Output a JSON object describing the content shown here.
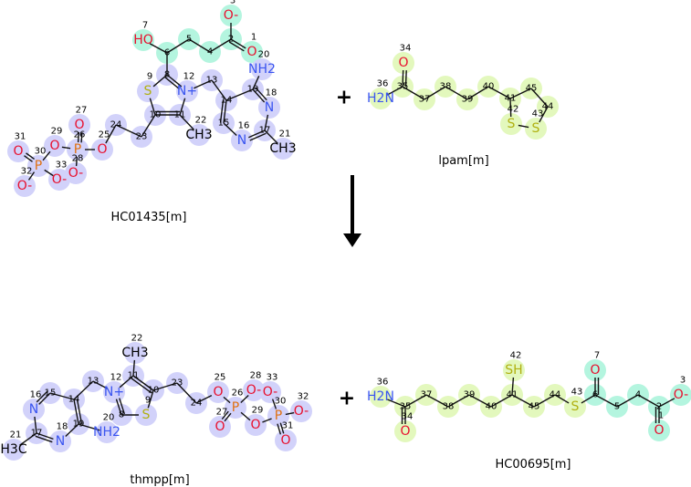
{
  "reaction": {
    "plus_sign": "+",
    "arrow": "down-arrow"
  },
  "colors": {
    "O": "#e8102e",
    "N": "#3a55f0",
    "S": "#b0b010",
    "P": "#e07010",
    "C": "#000000",
    "highlight_blue": "#d2d2fa",
    "highlight_teal": "#b4f5df",
    "highlight_lime": "#e3f8bd"
  },
  "molecules": [
    {
      "name": "HC01435[m]",
      "atoms": [
        {
          "id": "1",
          "el": "O",
          "label": "O",
          "hl": "teal"
        },
        {
          "id": "2",
          "el": "C",
          "label": "",
          "hl": "teal"
        },
        {
          "id": "3",
          "el": "O",
          "label": "O-",
          "hl": "teal"
        },
        {
          "id": "4",
          "el": "C",
          "label": "",
          "hl": "teal"
        },
        {
          "id": "5",
          "el": "C",
          "label": "",
          "hl": "teal"
        },
        {
          "id": "6",
          "el": "C",
          "label": "",
          "hl": "teal"
        },
        {
          "id": "7",
          "el": "O",
          "label": "HO",
          "hl": "teal"
        },
        {
          "id": "8",
          "el": "C",
          "label": "",
          "hl": "blue"
        },
        {
          "id": "9",
          "el": "S",
          "label": "S",
          "hl": "blue"
        },
        {
          "id": "10",
          "el": "C",
          "label": "",
          "hl": "blue"
        },
        {
          "id": "11",
          "el": "C",
          "label": "",
          "hl": "blue"
        },
        {
          "id": "12",
          "el": "N",
          "label": "N+",
          "hl": "blue"
        },
        {
          "id": "13",
          "el": "C",
          "label": "",
          "hl": "blue"
        },
        {
          "id": "14",
          "el": "C",
          "label": "",
          "hl": "blue"
        },
        {
          "id": "15",
          "el": "C",
          "label": "",
          "hl": "blue"
        },
        {
          "id": "16",
          "el": "N",
          "label": "N",
          "hl": "blue"
        },
        {
          "id": "17",
          "el": "C",
          "label": "",
          "hl": "blue"
        },
        {
          "id": "18",
          "el": "N",
          "label": "N",
          "hl": "blue"
        },
        {
          "id": "19",
          "el": "C",
          "label": "",
          "hl": "blue"
        },
        {
          "id": "20",
          "el": "N",
          "label": "NH2",
          "hl": "blue"
        },
        {
          "id": "21",
          "el": "C",
          "label": "CH3",
          "hl": "blue"
        },
        {
          "id": "22",
          "el": "C",
          "label": "CH3",
          "hl": "blue"
        },
        {
          "id": "23",
          "el": "C",
          "label": "",
          "hl": "blue"
        },
        {
          "id": "24",
          "el": "C",
          "label": "",
          "hl": "blue"
        },
        {
          "id": "25",
          "el": "O",
          "label": "O",
          "hl": "blue"
        },
        {
          "id": "26",
          "el": "P",
          "label": "P",
          "hl": "blue"
        },
        {
          "id": "27",
          "el": "O",
          "label": "O",
          "hl": "blue"
        },
        {
          "id": "28",
          "el": "O",
          "label": "O-",
          "hl": "blue"
        },
        {
          "id": "29",
          "el": "O",
          "label": "O",
          "hl": "blue"
        },
        {
          "id": "30",
          "el": "P",
          "label": "P",
          "hl": "blue"
        },
        {
          "id": "31",
          "el": "O",
          "label": "O",
          "hl": "blue"
        },
        {
          "id": "32",
          "el": "O",
          "label": "O-",
          "hl": "blue"
        },
        {
          "id": "33",
          "el": "O",
          "label": "O-",
          "hl": "blue"
        }
      ]
    },
    {
      "name": "lpam[m]",
      "atoms": [
        {
          "id": "34",
          "el": "O",
          "label": "O",
          "hl": "lime"
        },
        {
          "id": "35",
          "el": "C",
          "label": "",
          "hl": "lime"
        },
        {
          "id": "36",
          "el": "N",
          "label": "H2N",
          "hl": "lime"
        },
        {
          "id": "37",
          "el": "C",
          "label": "",
          "hl": "lime"
        },
        {
          "id": "38",
          "el": "C",
          "label": "",
          "hl": "lime"
        },
        {
          "id": "39",
          "el": "C",
          "label": "",
          "hl": "lime"
        },
        {
          "id": "40",
          "el": "C",
          "label": "",
          "hl": "lime"
        },
        {
          "id": "41",
          "el": "C",
          "label": "",
          "hl": "lime"
        },
        {
          "id": "42",
          "el": "S",
          "label": "S",
          "hl": "lime"
        },
        {
          "id": "43",
          "el": "S",
          "label": "S",
          "hl": "lime"
        },
        {
          "id": "44",
          "el": "C",
          "label": "",
          "hl": "lime"
        },
        {
          "id": "45",
          "el": "C",
          "label": "",
          "hl": "lime"
        }
      ]
    },
    {
      "name": "thmpp[m]",
      "atoms": [
        {
          "id": "8",
          "el": "C",
          "label": "",
          "hl": "blue"
        },
        {
          "id": "9",
          "el": "S",
          "label": "S",
          "hl": "blue"
        },
        {
          "id": "10",
          "el": "C",
          "label": "",
          "hl": "blue"
        },
        {
          "id": "11",
          "el": "C",
          "label": "",
          "hl": "blue"
        },
        {
          "id": "12",
          "el": "N",
          "label": "N+",
          "hl": "blue"
        },
        {
          "id": "13",
          "el": "C",
          "label": "",
          "hl": "blue"
        },
        {
          "id": "14",
          "el": "C",
          "label": "",
          "hl": "blue"
        },
        {
          "id": "15",
          "el": "C",
          "label": "",
          "hl": "blue"
        },
        {
          "id": "16",
          "el": "N",
          "label": "N",
          "hl": "blue"
        },
        {
          "id": "17",
          "el": "C",
          "label": "",
          "hl": "blue"
        },
        {
          "id": "18",
          "el": "N",
          "label": "N",
          "hl": "blue"
        },
        {
          "id": "19",
          "el": "C",
          "label": "",
          "hl": "blue"
        },
        {
          "id": "20",
          "el": "N",
          "label": "NH2",
          "hl": "blue"
        },
        {
          "id": "21",
          "el": "C",
          "label": "H3C",
          "hl": "blue"
        },
        {
          "id": "22",
          "el": "C",
          "label": "CH3",
          "hl": "blue"
        },
        {
          "id": "23",
          "el": "C",
          "label": "",
          "hl": "blue"
        },
        {
          "id": "24",
          "el": "C",
          "label": "",
          "hl": "blue"
        },
        {
          "id": "25",
          "el": "O",
          "label": "O",
          "hl": "blue"
        },
        {
          "id": "26",
          "el": "P",
          "label": "P",
          "hl": "blue"
        },
        {
          "id": "27",
          "el": "O",
          "label": "O",
          "hl": "blue"
        },
        {
          "id": "28",
          "el": "O",
          "label": "O-",
          "hl": "blue"
        },
        {
          "id": "29",
          "el": "O",
          "label": "O",
          "hl": "blue"
        },
        {
          "id": "30",
          "el": "P",
          "label": "P",
          "hl": "blue"
        },
        {
          "id": "31",
          "el": "O",
          "label": "O",
          "hl": "blue"
        },
        {
          "id": "32",
          "el": "O",
          "label": "O-",
          "hl": "blue"
        },
        {
          "id": "33",
          "el": "O",
          "label": "O-",
          "hl": "blue"
        }
      ]
    },
    {
      "name": "HC00695[m]",
      "atoms": [
        {
          "id": "1",
          "el": "O",
          "label": "O",
          "hl": "teal"
        },
        {
          "id": "2",
          "el": "C",
          "label": "",
          "hl": "teal"
        },
        {
          "id": "3",
          "el": "O",
          "label": "O-",
          "hl": "teal"
        },
        {
          "id": "4",
          "el": "C",
          "label": "",
          "hl": "teal"
        },
        {
          "id": "5",
          "el": "C",
          "label": "",
          "hl": "teal"
        },
        {
          "id": "6",
          "el": "C",
          "label": "",
          "hl": "teal"
        },
        {
          "id": "7",
          "el": "O",
          "label": "O",
          "hl": "teal"
        },
        {
          "id": "34",
          "el": "O",
          "label": "O",
          "hl": "lime"
        },
        {
          "id": "35",
          "el": "C",
          "label": "",
          "hl": "lime"
        },
        {
          "id": "36",
          "el": "N",
          "label": "H2N",
          "hl": "lime"
        },
        {
          "id": "37",
          "el": "C",
          "label": "",
          "hl": "lime"
        },
        {
          "id": "38",
          "el": "C",
          "label": "",
          "hl": "lime"
        },
        {
          "id": "39",
          "el": "C",
          "label": "",
          "hl": "lime"
        },
        {
          "id": "40",
          "el": "C",
          "label": "",
          "hl": "lime"
        },
        {
          "id": "41",
          "el": "C",
          "label": "",
          "hl": "lime"
        },
        {
          "id": "42",
          "el": "S",
          "label": "SH",
          "hl": "lime"
        },
        {
          "id": "43",
          "el": "S",
          "label": "S",
          "hl": "lime"
        },
        {
          "id": "44",
          "el": "C",
          "label": "",
          "hl": "lime"
        },
        {
          "id": "45",
          "el": "C",
          "label": "",
          "hl": "lime"
        }
      ]
    }
  ]
}
